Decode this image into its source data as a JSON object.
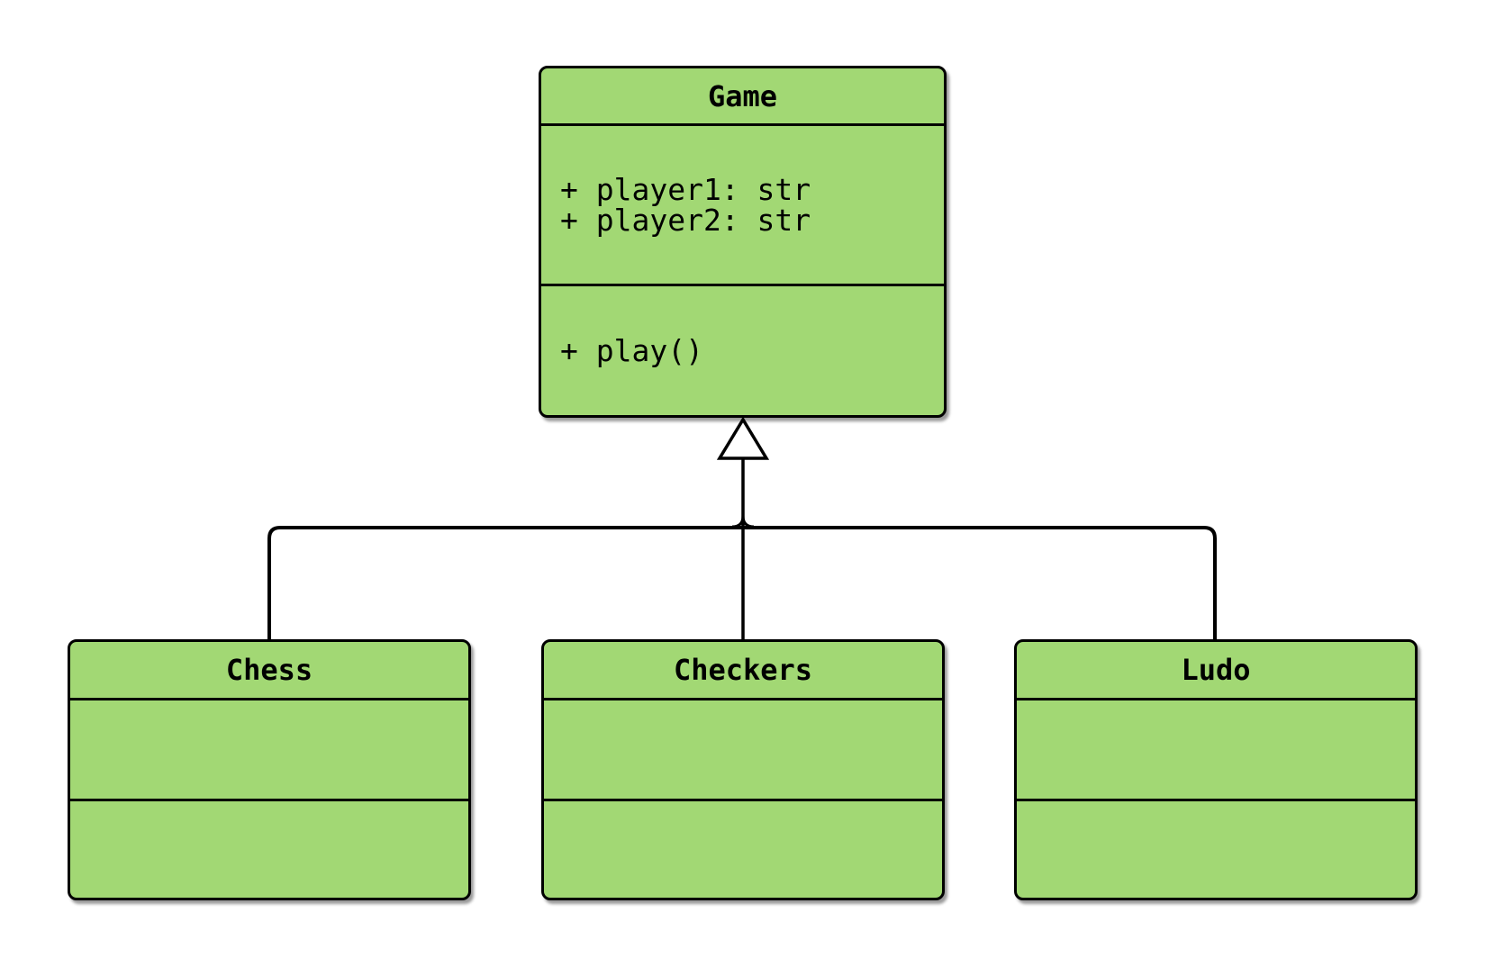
{
  "diagram": {
    "kind": "uml-class-diagram",
    "classes": [
      {
        "id": "game",
        "name": "Game",
        "attributes": [
          "+ player1: str",
          "+ player2: str"
        ],
        "methods": [
          "+ play()"
        ]
      },
      {
        "id": "chess",
        "name": "Chess",
        "attributes": [],
        "methods": []
      },
      {
        "id": "checkers",
        "name": "Checkers",
        "attributes": [],
        "methods": []
      },
      {
        "id": "ludo",
        "name": "Ludo",
        "attributes": [],
        "methods": []
      }
    ],
    "relations": [
      {
        "from": "Chess",
        "to": "Game",
        "type": "inheritance"
      },
      {
        "from": "Checkers",
        "to": "Game",
        "type": "inheritance"
      },
      {
        "from": "Ludo",
        "to": "Game",
        "type": "inheritance"
      }
    ],
    "colors": {
      "class_fill": "#a2d874",
      "border": "#000000",
      "text": "#000000",
      "background": "#ffffff"
    }
  }
}
